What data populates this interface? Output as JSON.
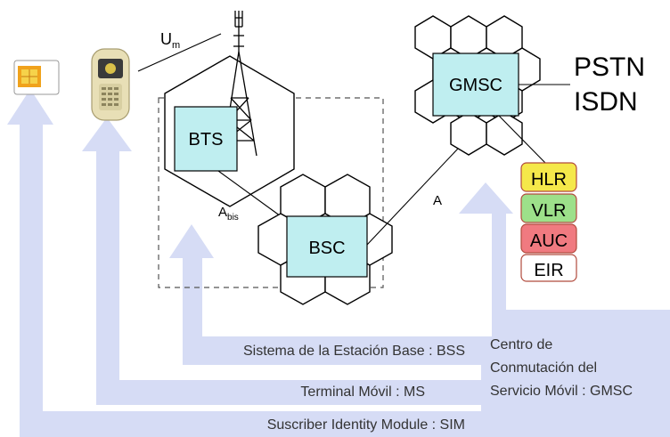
{
  "nodes": {
    "bts": "BTS",
    "bsc": "BSC",
    "gmsc": "GMSC"
  },
  "interfaces": {
    "um_main": "U",
    "um_sub": "m",
    "abis_main": "A",
    "abis_sub": "bis",
    "a": "A"
  },
  "networks": {
    "pstn": "PSTN",
    "isdn": "ISDN"
  },
  "databases": [
    {
      "label": "HLR",
      "color": "#f5e84a"
    },
    {
      "label": "VLR",
      "color": "#9de08a"
    },
    {
      "label": "AUC",
      "color": "#f07a80"
    },
    {
      "label": "EIR",
      "color": "#ffffff"
    }
  ],
  "legend": {
    "bss": "Sistema de la Estación Base : BSS",
    "ms": "Terminal Móvil : MS",
    "sim": "Suscriber Identity Module : SIM",
    "gmsc_line1": "Centro de",
    "gmsc_line2": "Conmutación del",
    "gmsc_line3": "Servicio Móvil : GMSC"
  },
  "colors": {
    "arrow_fill": "#d6dcf5",
    "box_fill": "#bfeef0"
  }
}
